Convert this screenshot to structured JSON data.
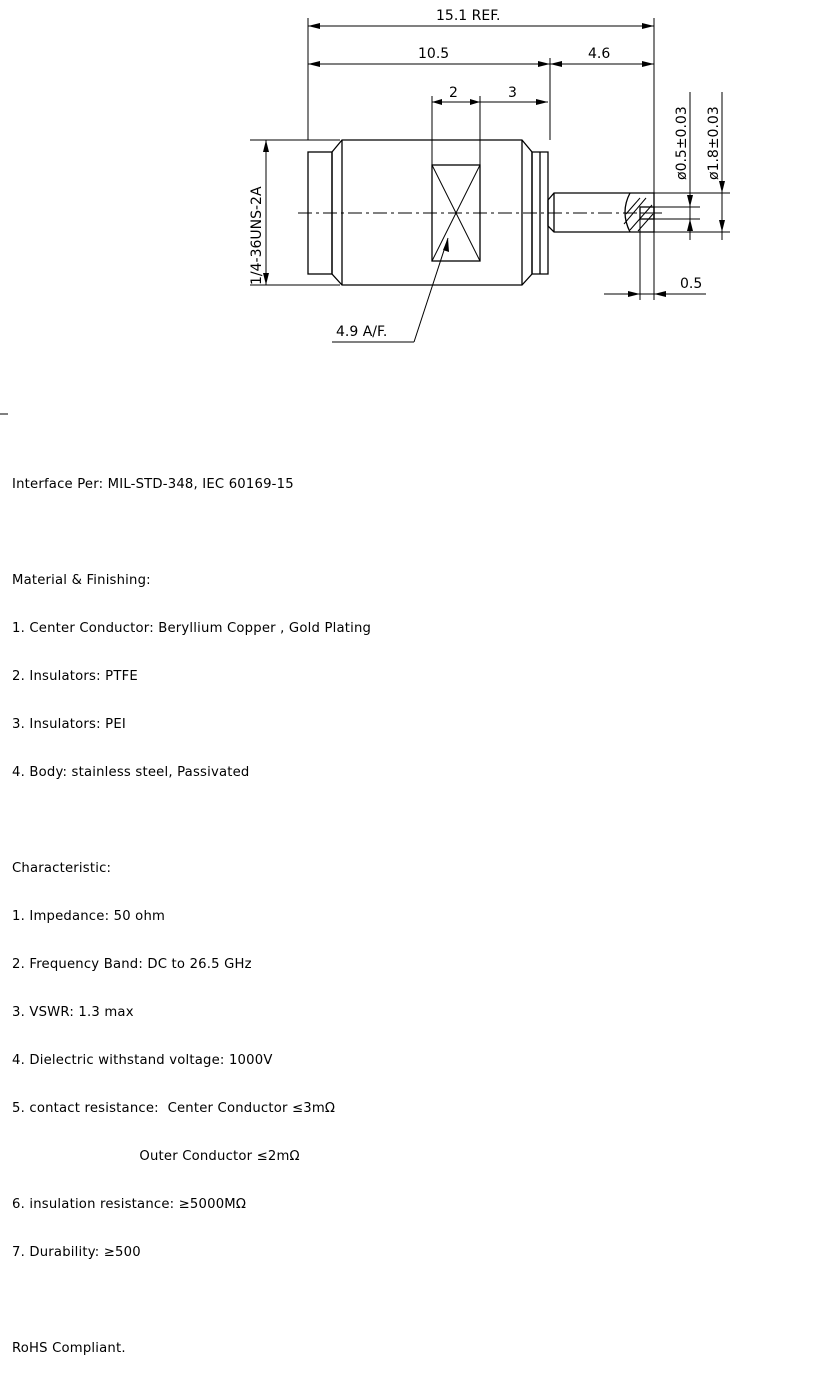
{
  "drawing": {
    "dimensions": {
      "overall_length": "15.1 REF.",
      "body_length": "10.5",
      "pin_length": "4.6",
      "flat_offset": "2",
      "flat_width": "3",
      "pin_diameter": "ø0.5±0.03",
      "outer_diameter": "ø1.8±0.03",
      "tip_length": "0.5",
      "thread": "1/4-36UNS-2A",
      "hex_size": "4.9 A/F."
    }
  },
  "spec": {
    "interface": "Interface Per: MIL-STD-348, IEC 60169-15",
    "material_title": "Material & Finishing:",
    "material_items": [
      "1. Center Conductor: Beryllium Copper , Gold Plating",
      "2. Insulators: PTFE",
      "3. Insulators: PEI",
      "4. Body: stainless steel, Passivated"
    ],
    "characteristic_title": "Characteristic:",
    "characteristic_items": [
      "1. Impedance: 50 ohm",
      "2. Frequency Band: DC to 26.5 GHz",
      "3. VSWR: 1.3 max",
      "4. Dielectric withstand voltage: 1000V",
      "5. contact resistance:  Center Conductor ≤3mΩ",
      "                             Outer Conductor ≤2mΩ",
      "6. insulation resistance: ≥5000MΩ",
      "7. Durability: ≥500"
    ],
    "rohs": "RoHS Compliant."
  }
}
